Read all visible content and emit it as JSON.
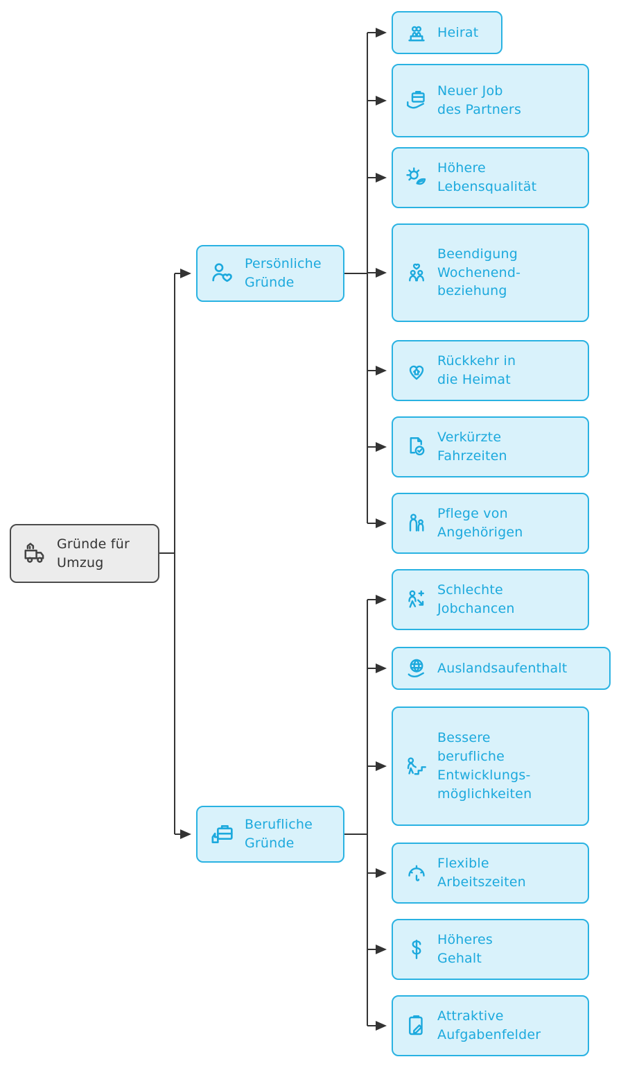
{
  "diagram": {
    "type": "mindmap",
    "root": {
      "label": "Gründe für\nUmzug",
      "icon": "moving-truck-icon"
    },
    "branches": [
      {
        "label": "Persönliche\nGründe",
        "icon": "person-heart-icon"
      },
      {
        "label": "Berufliche\nGründe",
        "icon": "briefcase-thumbs-up-icon"
      }
    ],
    "leaves": [
      {
        "branch": "Persönliche Gründe",
        "label": "Heirat",
        "icon": "wedding-couple-icon"
      },
      {
        "branch": "Persönliche Gründe",
        "label": "Neuer Job\ndes Partners",
        "icon": "briefcase-hand-icon"
      },
      {
        "branch": "Persönliche Gründe",
        "label": "Höhere\nLebensqualität",
        "icon": "sun-leaf-icon"
      },
      {
        "branch": "Persönliche Gründe",
        "label": "Beendigung\nWochenend-\nbeziehung",
        "icon": "family-heart-icon"
      },
      {
        "branch": "Persönliche Gründe",
        "label": "Rückkehr in\ndie Heimat",
        "icon": "heart-home-icon"
      },
      {
        "branch": "Persönliche Gründe",
        "label": "Verkürzte\nFahrzeiten",
        "icon": "document-clock-icon"
      },
      {
        "branch": "Persönliche Gründe",
        "label": "Pflege von\nAngehörigen",
        "icon": "caregiving-icon"
      },
      {
        "branch": "Berufliche Gründe",
        "label": "Schlechte\nJobchancen",
        "icon": "poor-job-chances-icon"
      },
      {
        "branch": "Berufliche Gründe",
        "label": "Auslandsaufenthalt",
        "icon": "globe-hand-icon"
      },
      {
        "branch": "Berufliche Gründe",
        "label": "Bessere\nberufliche\nEntwicklungs-\nmöglichkeiten",
        "icon": "career-growth-icon"
      },
      {
        "branch": "Berufliche Gründe",
        "label": "Flexible\nArbeitszeiten",
        "icon": "flexible-hours-icon"
      },
      {
        "branch": "Berufliche Gründe",
        "label": "Höheres\nGehalt",
        "icon": "dollar-icon"
      },
      {
        "branch": "Berufliche Gründe",
        "label": "Attraktive\nAufgabenfelder",
        "icon": "clipboard-pencil-icon"
      }
    ],
    "colors": {
      "leaf_fill": "#d9f2fb",
      "leaf_border": "#29b2e2",
      "leaf_text": "#1ca9dd",
      "root_fill": "#ececec",
      "root_border": "#4b4b4b",
      "root_text": "#333333",
      "edge": "#333333"
    }
  }
}
